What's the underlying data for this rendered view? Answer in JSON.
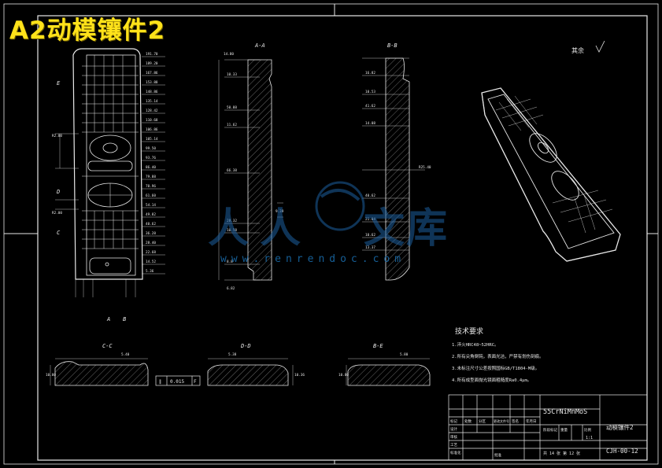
{
  "header": {
    "title": "A2动模镶件2"
  },
  "views": {
    "section_aa": "A-A",
    "section_bb": "B-B",
    "section_cc": "C-C",
    "section_dd": "D-D",
    "section_ee": "B-E",
    "cut_a": "A",
    "cut_b": "B",
    "cut_c": "C",
    "cut_d": "D",
    "cut_e": "E"
  },
  "surface_note": "其余",
  "tech_requirements": {
    "title": "技术要求",
    "items": [
      "1.淬火HRC48~52HRC。",
      "2.所有尖角倒钝，表面光洁，严禁有划伤刻痕。",
      "3.未标注尺寸公差按照国标GB/T1804-M级。",
      "4.所有成型面抛光镜面粗糙度Ra0.4μm。"
    ]
  },
  "title_block": {
    "material": "55CrNiMnMoS",
    "part_name": "动模镶件2",
    "drawing_no": "CJH-00-12",
    "scale_label": "比例",
    "scale": "1:1",
    "weight_label": "重量",
    "stage_label": "阶段标记",
    "sheet_info": "共 14 张 第 12 张",
    "row_labels": [
      "标记",
      "处数",
      "分区",
      "更改文件号",
      "签名",
      "年月日"
    ],
    "role_labels": [
      "设计",
      "审核",
      "工艺",
      "批准",
      "标准化"
    ]
  },
  "watermark": {
    "brand_glyphs": [
      "人",
      "人",
      "文",
      "库"
    ],
    "url": "www.renrendoc.com"
  },
  "tolerance_frame": {
    "symbol": "∥",
    "value": "0.015",
    "datum": "F"
  }
}
